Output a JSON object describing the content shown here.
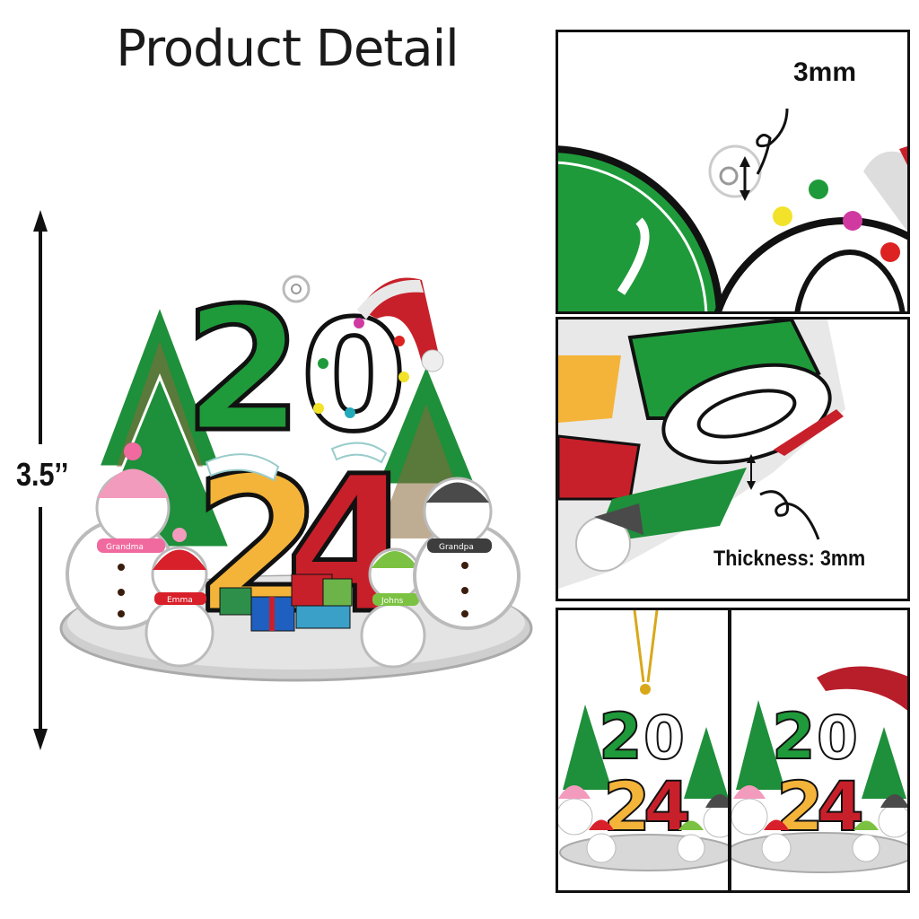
{
  "header": {
    "title": "Product Detail"
  },
  "main_product": {
    "height_label": "3.5’’",
    "year_digits": [
      "2",
      "0",
      "2",
      "4"
    ],
    "names": [
      "Grandma",
      "Emma",
      "Johns",
      "Grandpa"
    ],
    "colors": {
      "green": "#1f9a3a",
      "red": "#c8202a",
      "yellow": "#f4b43a",
      "pink": "#f29bbd",
      "gray": "#4a4a4a",
      "lime": "#7cc242",
      "base": "#d8d8d8"
    }
  },
  "panels": {
    "top": {
      "callout": "3mm"
    },
    "middle": {
      "callout": "Thickness: 3mm"
    },
    "bottom_left": {
      "hanger": "gold-string"
    },
    "bottom_right": {
      "hanger": "red-ribbon"
    }
  }
}
